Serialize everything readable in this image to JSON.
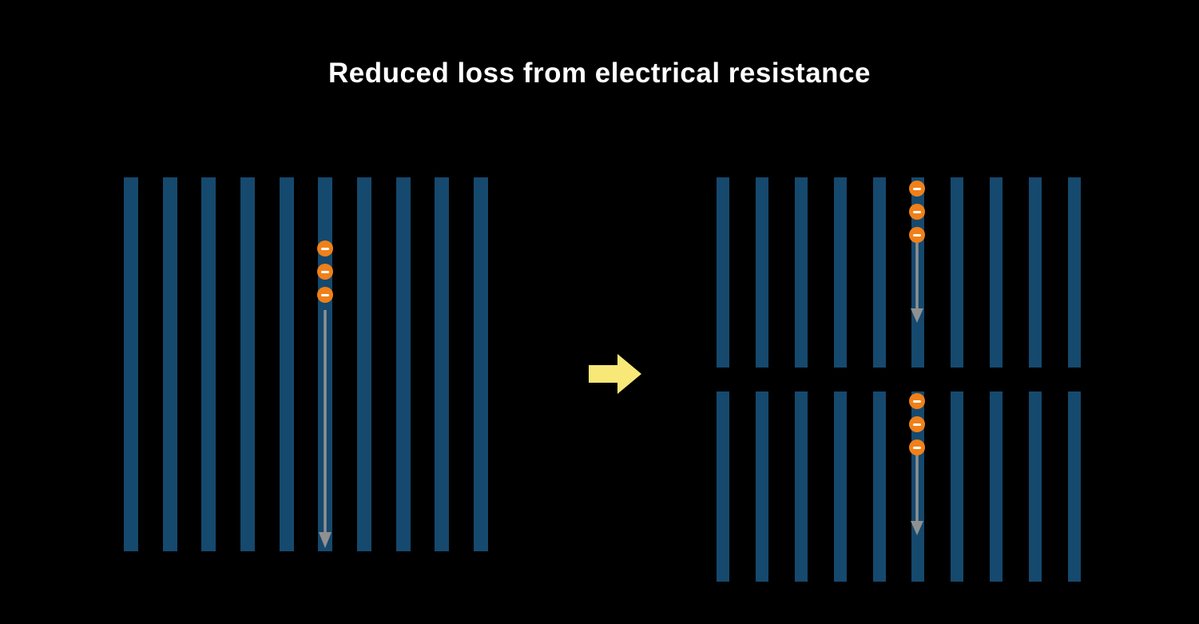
{
  "title": "Reduced loss from electrical resistance",
  "colors": {
    "background": "#000000",
    "bar": "#16496e",
    "electron": "#f08019",
    "electron_symbol_color": "#ffffff",
    "flow_arrow": "#909090",
    "transition_arrow": "#f8e878"
  },
  "left_panel": {
    "bar_count": 10,
    "electron_count": 3,
    "electron_symbol": "−"
  },
  "right_top_panel": {
    "bar_count": 10,
    "electron_count": 3,
    "electron_symbol": "−"
  },
  "right_bottom_panel": {
    "bar_count": 10,
    "electron_count": 3,
    "electron_symbol": "−"
  }
}
